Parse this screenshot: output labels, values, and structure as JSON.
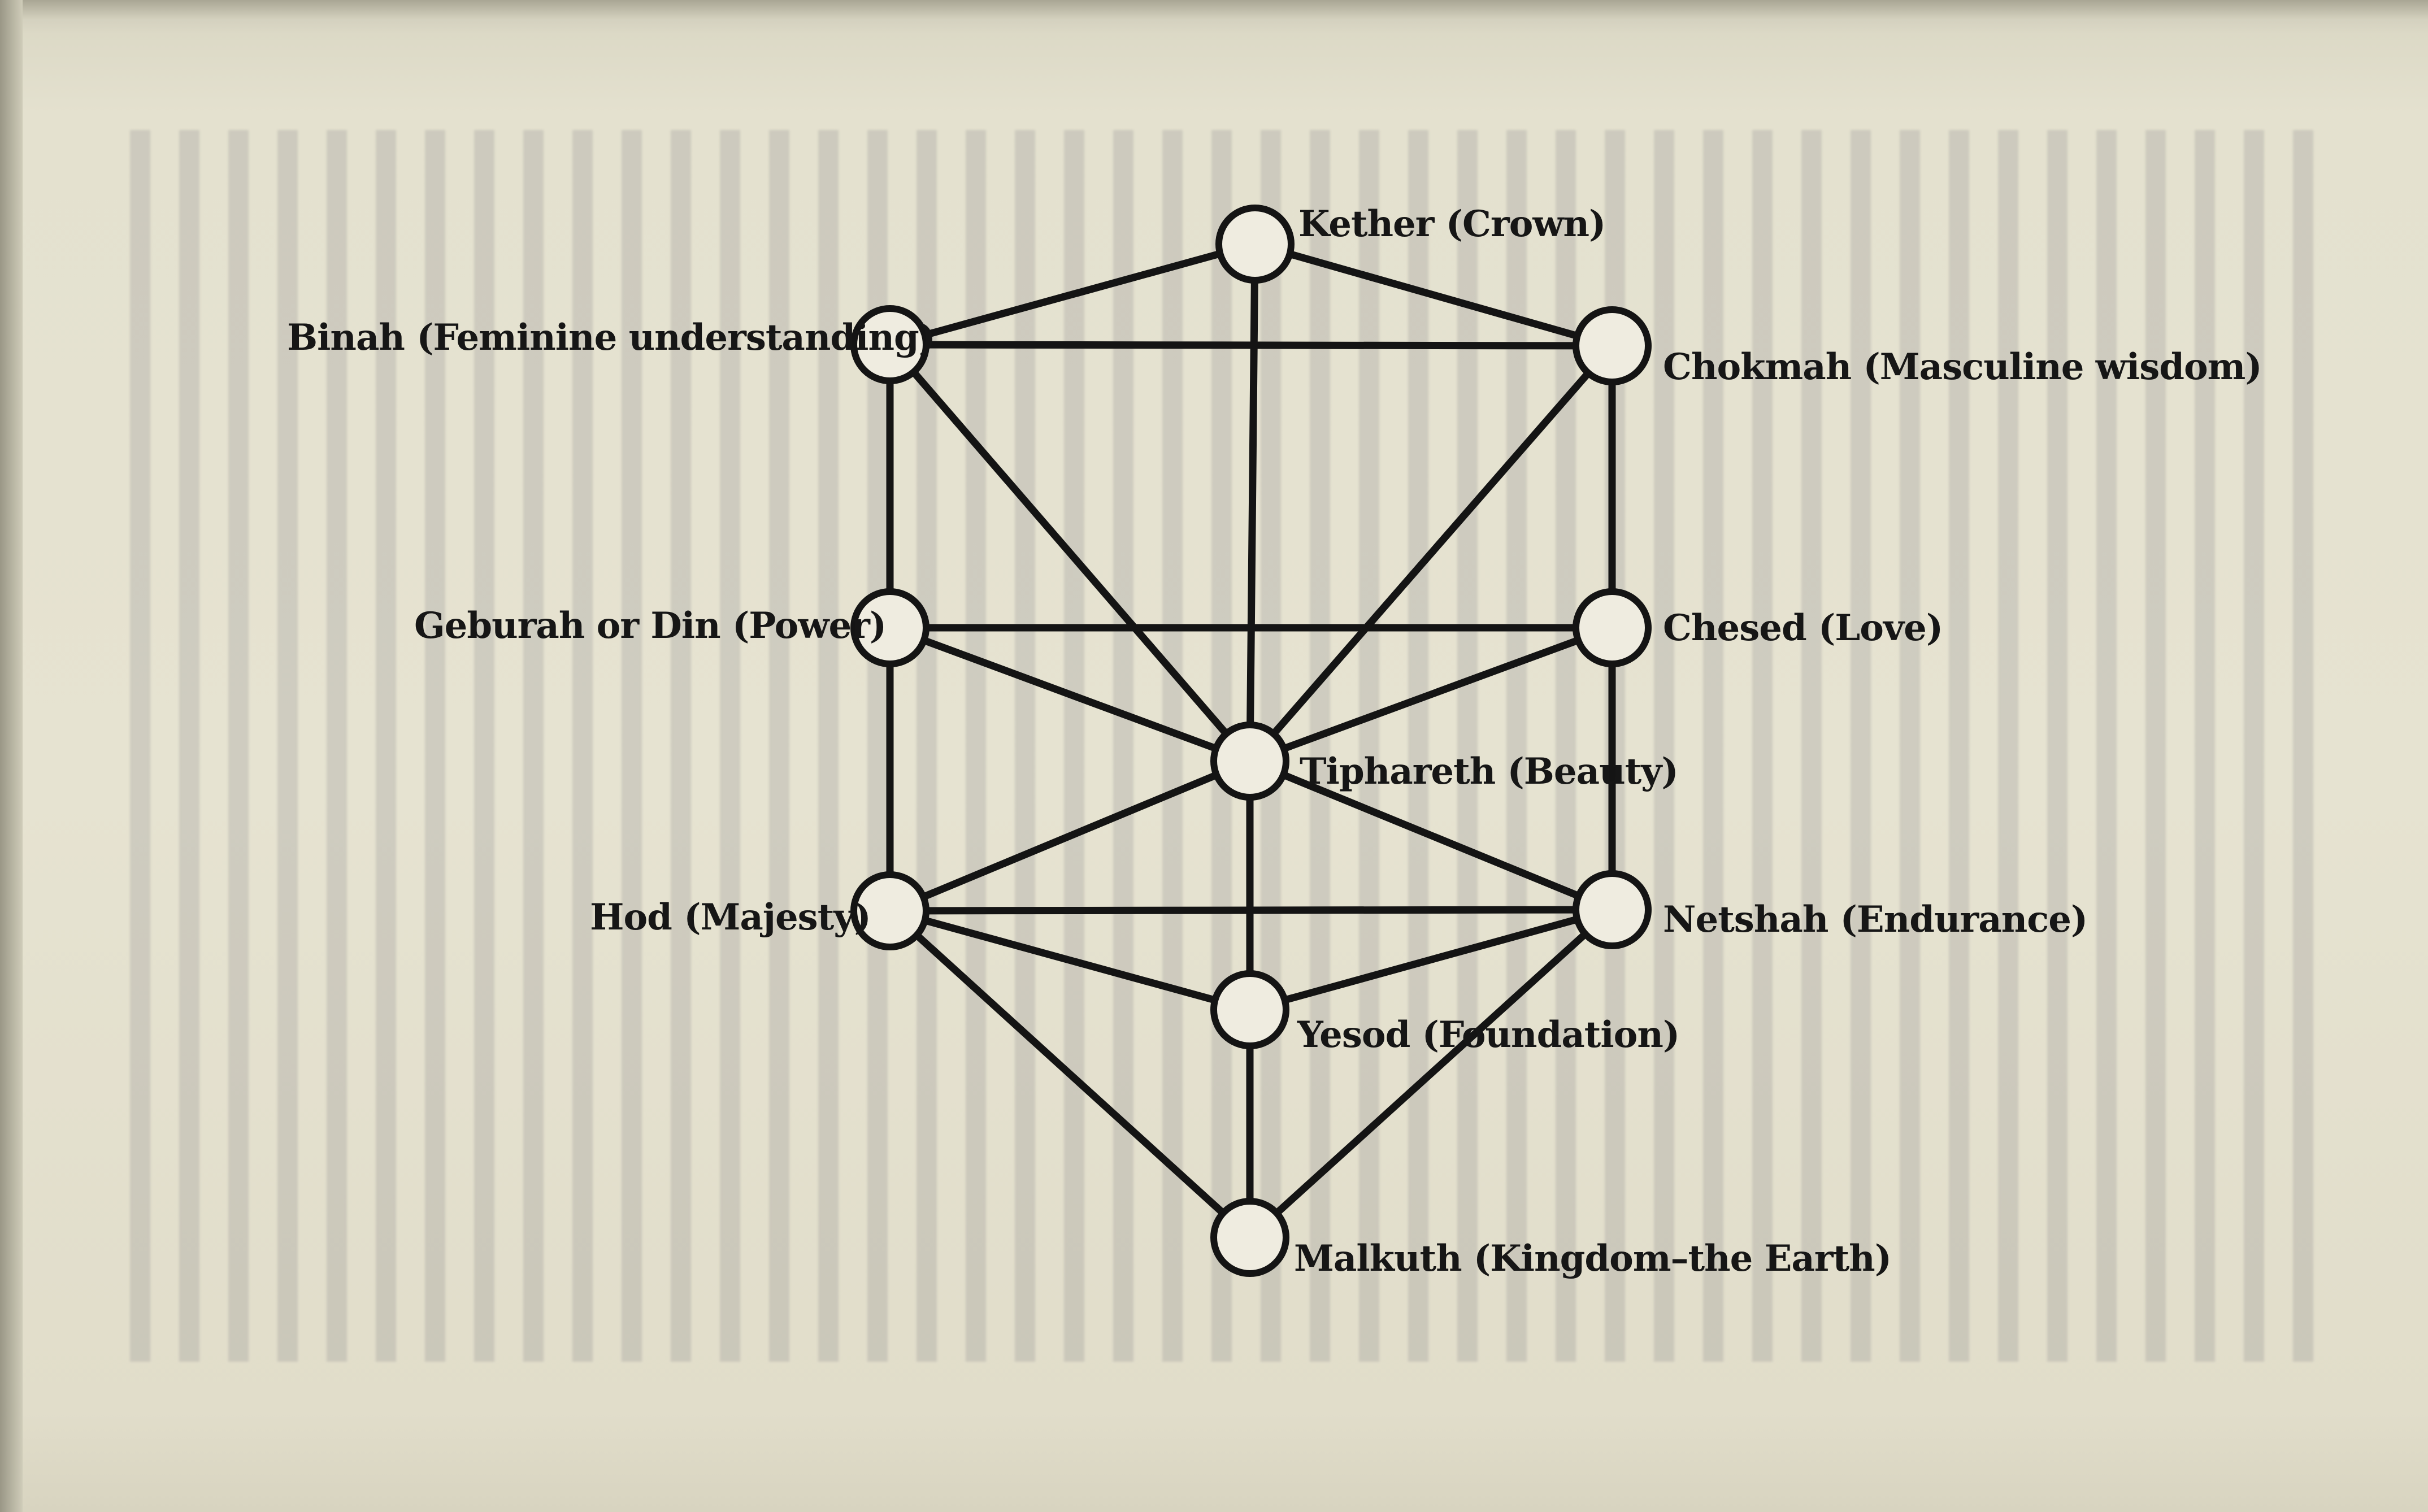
{
  "diagram": {
    "nodes": [
      {
        "id": "kether",
        "label": "Kether (Crown)"
      },
      {
        "id": "binah",
        "label": "Binah (Feminine understanding)"
      },
      {
        "id": "chokmah",
        "label": "Chokmah (Masculine wisdom)"
      },
      {
        "id": "geburah",
        "label": "Geburah or Din (Power)"
      },
      {
        "id": "chesed",
        "label": "Chesed (Love)"
      },
      {
        "id": "tiphareth",
        "label": "Tiphareth (Beauty)"
      },
      {
        "id": "hod",
        "label": "Hod (Majesty)"
      },
      {
        "id": "netshah",
        "label": "Netshah (Endurance)"
      },
      {
        "id": "yesod",
        "label": "Yesod (Foundation)"
      },
      {
        "id": "malkuth",
        "label": "Malkuth (Kingdom–the Earth)"
      }
    ],
    "edges": [
      [
        "kether",
        "binah"
      ],
      [
        "kether",
        "chokmah"
      ],
      [
        "kether",
        "tiphareth"
      ],
      [
        "binah",
        "chokmah"
      ],
      [
        "binah",
        "geburah"
      ],
      [
        "binah",
        "tiphareth"
      ],
      [
        "chokmah",
        "chesed"
      ],
      [
        "chokmah",
        "tiphareth"
      ],
      [
        "geburah",
        "chesed"
      ],
      [
        "geburah",
        "tiphareth"
      ],
      [
        "geburah",
        "hod"
      ],
      [
        "chesed",
        "tiphareth"
      ],
      [
        "chesed",
        "netshah"
      ],
      [
        "tiphareth",
        "hod"
      ],
      [
        "tiphareth",
        "netshah"
      ],
      [
        "tiphareth",
        "yesod"
      ],
      [
        "hod",
        "netshah"
      ],
      [
        "hod",
        "yesod"
      ],
      [
        "hod",
        "malkuth"
      ],
      [
        "netshah",
        "yesod"
      ],
      [
        "netshah",
        "malkuth"
      ],
      [
        "yesod",
        "malkuth"
      ]
    ]
  }
}
